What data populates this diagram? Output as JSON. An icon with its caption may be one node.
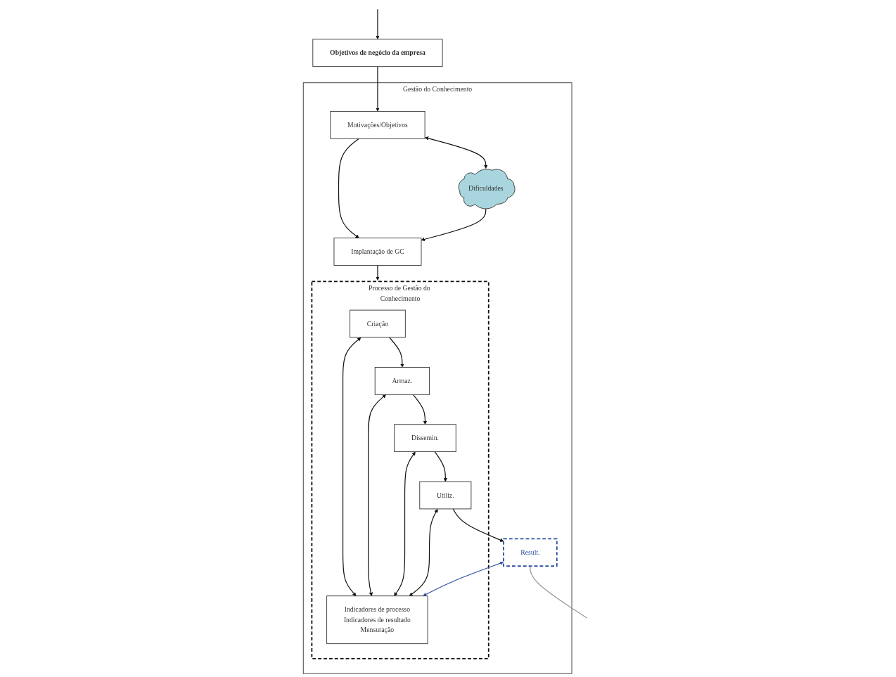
{
  "diagram": {
    "nodes": [
      {
        "text": [
          "Objetivos de negócio da empresa"
        ]
      },
      {
        "text": [
          "Gestão do Conhecimento"
        ]
      },
      {
        "text": [
          "Motivações/Objetivos"
        ],
        "in": 1
      },
      {
        "text": [
          "Implantação de GC"
        ],
        "in": 1
      },
      {
        "text": [
          "Dificuldades"
        ],
        "in": 1
      },
      {
        "text": [
          "Processo de Gestão do Conhecimento"
        ],
        "in": 1
      },
      {
        "text": [
          "Criação"
        ],
        "in": 5
      },
      {
        "text": [
          "Armaz."
        ],
        "in": 5
      },
      {
        "text": [
          "Dissemin."
        ],
        "in": 5
      },
      {
        "text": [
          "Utiliz."
        ],
        "in": 5
      },
      {
        "text": [
          "Result."
        ],
        "in": 1
      },
      {
        "text": [
          "Indicadores de processo",
          "Indicadores de resultado",
          "Mensuração"
        ],
        "in": 5
      }
    ],
    "edges": [
      {
        "from": null,
        "to": 0,
        "arrow": "to"
      },
      {
        "from": 0,
        "to": 2,
        "arrow": "to"
      },
      {
        "from": 2,
        "to": 3,
        "arrow": "to"
      },
      {
        "from": 2,
        "to": 4,
        "arrow": "both"
      },
      {
        "from": 4,
        "to": 3,
        "arrow": "to"
      },
      {
        "from": 3,
        "to": 5,
        "arrow": "to"
      },
      {
        "from": 6,
        "to": 7,
        "arrow": "to"
      },
      {
        "from": 7,
        "to": 8,
        "arrow": "to"
      },
      {
        "from": 8,
        "to": 9,
        "arrow": "to"
      },
      {
        "from": 9,
        "to": 10,
        "arrow": "to"
      },
      {
        "from": 6,
        "to": 11,
        "arrow": "both"
      },
      {
        "from": 7,
        "to": 11,
        "arrow": "both"
      },
      {
        "from": 8,
        "to": 11,
        "arrow": "both"
      },
      {
        "from": 9,
        "to": 11,
        "arrow": "both"
      },
      {
        "from": 10,
        "to": 11,
        "arrow": "both",
        "color": "#2e4fa3"
      },
      {
        "from": 10,
        "to": null,
        "arrow": "none",
        "color": "#999999"
      }
    ]
  }
}
